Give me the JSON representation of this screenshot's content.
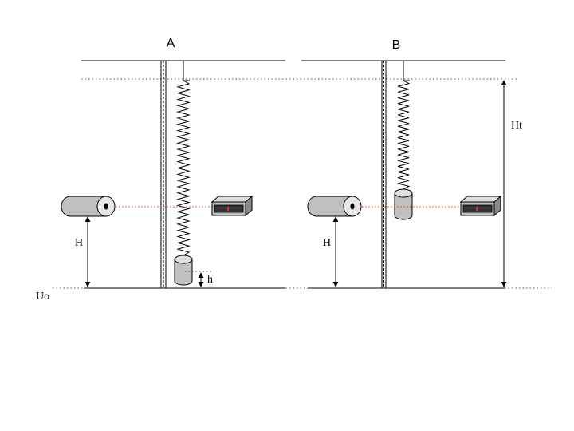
{
  "panels": [
    {
      "label": "A",
      "height_label": "H",
      "offset_label": "h"
    },
    {
      "label": "B",
      "height_label": "H",
      "total_height_label": "Ht"
    }
  ],
  "ground_label": "Uo",
  "colors": {
    "lines": "#000000",
    "component_fill": "#c0c0c0",
    "sensor_beam": "#cc3300",
    "reference_line": "#555555",
    "display_screen": "#333333",
    "display_digit": "#ff2020"
  },
  "icons": {
    "light_source": "cylinder-emitter-icon",
    "detector": "box-detector-icon",
    "mass": "cylinder-mass-icon"
  }
}
